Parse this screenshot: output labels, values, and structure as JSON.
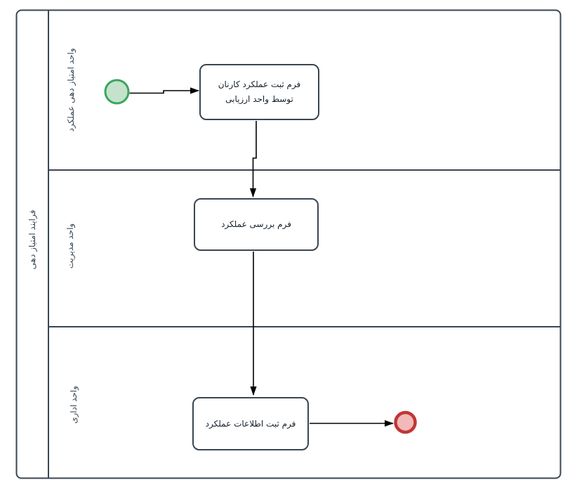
{
  "colors": {
    "line": "#3a4651",
    "flow": "#000000",
    "text": "#3a4651",
    "task_text": "#16202a",
    "task_fill": "#ffffff",
    "start_fill": "#c5e2cd",
    "start_stroke": "#3aa65c",
    "end_fill": "#f1b9b9",
    "end_stroke": "#c23535",
    "bg": "#ffffff"
  },
  "pool": {
    "label": "فرایند امتیاز دهی"
  },
  "lanes": [
    {
      "label": "واحد امتیاز دهی عملکرد"
    },
    {
      "label": "واحد مدیریت"
    },
    {
      "label": "واحد اداری"
    }
  ],
  "tasks": [
    {
      "label": "فرم ثبت عملکرد کارنان توسط واحد ارزیابی"
    },
    {
      "label": "فرم بررسی عملکرد"
    },
    {
      "label": "فرم ثبت اطلاعات عملکرد"
    }
  ]
}
